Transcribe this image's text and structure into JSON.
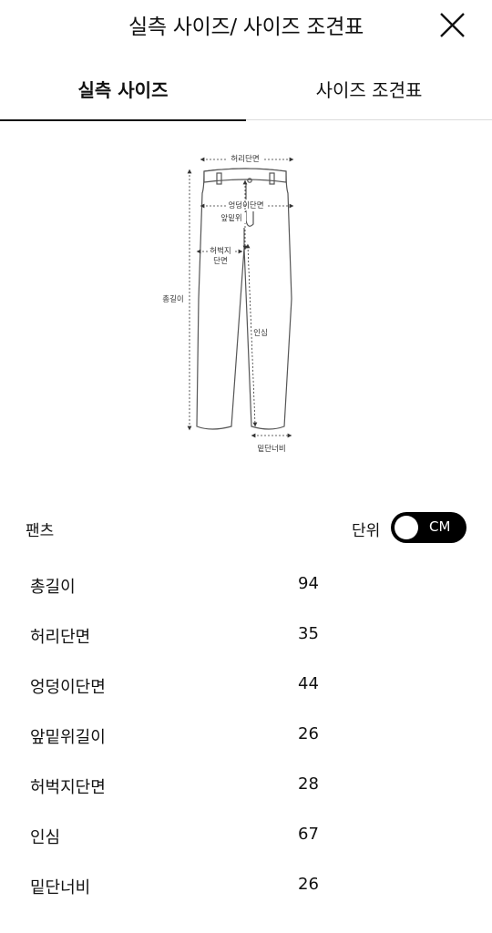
{
  "header": {
    "title": "실측 사이즈/ 사이즈 조견표",
    "close_icon": "close-icon"
  },
  "tabs": [
    {
      "label": "실측 사이즈",
      "active": true
    },
    {
      "label": "사이즈 조견표",
      "active": false
    }
  ],
  "diagram": {
    "labels": {
      "waist": "허리단면",
      "hip": "엉덩이단면",
      "rise": "앞밑위",
      "thigh_1": "허벅지",
      "thigh_2": "단면",
      "total_length": "총길이",
      "inseam": "인심",
      "hem": "밑단너비"
    }
  },
  "section": {
    "title": "팬츠",
    "unit_label": "단위",
    "unit_value": "CM"
  },
  "measurements": [
    {
      "label": "총길이",
      "value": "94"
    },
    {
      "label": "허리단면",
      "value": "35"
    },
    {
      "label": "엉덩이단면",
      "value": "44"
    },
    {
      "label": "앞밑위길이",
      "value": "26"
    },
    {
      "label": "허벅지단면",
      "value": "28"
    },
    {
      "label": "인심",
      "value": "67"
    },
    {
      "label": "밑단너비",
      "value": "26"
    }
  ]
}
